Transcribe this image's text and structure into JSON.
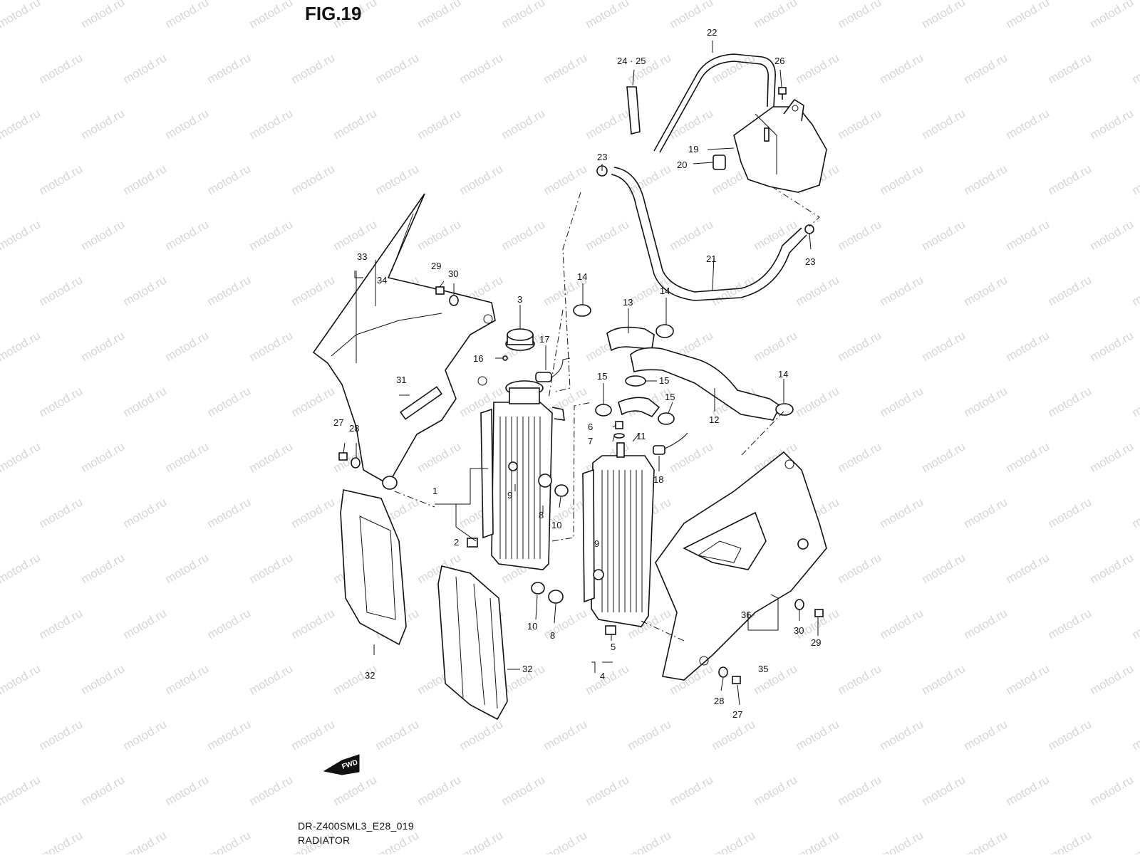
{
  "figure": {
    "title": "FIG.19",
    "model_code": "DR-Z400SML3_E28_019",
    "section_name": "RADIATOR",
    "fwd_label": "FWD"
  },
  "watermark": {
    "text": "motod.ru"
  },
  "callouts": [
    {
      "id": "c1",
      "label": "1"
    },
    {
      "id": "c2",
      "label": "2"
    },
    {
      "id": "c3",
      "label": "3"
    },
    {
      "id": "c4",
      "label": "4"
    },
    {
      "id": "c5",
      "label": "5"
    },
    {
      "id": "c6",
      "label": "6"
    },
    {
      "id": "c7",
      "label": "7"
    },
    {
      "id": "c8a",
      "label": "8"
    },
    {
      "id": "c8b",
      "label": "8"
    },
    {
      "id": "c9a",
      "label": "9"
    },
    {
      "id": "c9b",
      "label": "9"
    },
    {
      "id": "c10a",
      "label": "10"
    },
    {
      "id": "c10b",
      "label": "10"
    },
    {
      "id": "c11",
      "label": "11"
    },
    {
      "id": "c12",
      "label": "12"
    },
    {
      "id": "c13",
      "label": "13"
    },
    {
      "id": "c14a",
      "label": "14"
    },
    {
      "id": "c14b",
      "label": "14"
    },
    {
      "id": "c14c",
      "label": "14"
    },
    {
      "id": "c15a",
      "label": "15"
    },
    {
      "id": "c15b",
      "label": "15"
    },
    {
      "id": "c15c",
      "label": "15"
    },
    {
      "id": "c16",
      "label": "16"
    },
    {
      "id": "c17",
      "label": "17"
    },
    {
      "id": "c18",
      "label": "18"
    },
    {
      "id": "c19",
      "label": "19"
    },
    {
      "id": "c20",
      "label": "20"
    },
    {
      "id": "c21",
      "label": "21"
    },
    {
      "id": "c22",
      "label": "22"
    },
    {
      "id": "c23a",
      "label": "23"
    },
    {
      "id": "c23b",
      "label": "23"
    },
    {
      "id": "c2425",
      "label": "24 · 25"
    },
    {
      "id": "c26",
      "label": "26"
    },
    {
      "id": "c27a",
      "label": "27"
    },
    {
      "id": "c27b",
      "label": "27"
    },
    {
      "id": "c28a",
      "label": "28"
    },
    {
      "id": "c28b",
      "label": "28"
    },
    {
      "id": "c29a",
      "label": "29"
    },
    {
      "id": "c29b",
      "label": "29"
    },
    {
      "id": "c30a",
      "label": "30"
    },
    {
      "id": "c30b",
      "label": "30"
    },
    {
      "id": "c31",
      "label": "31"
    },
    {
      "id": "c32a",
      "label": "32"
    },
    {
      "id": "c32b",
      "label": "32"
    },
    {
      "id": "c33",
      "label": "33"
    },
    {
      "id": "c34",
      "label": "34"
    },
    {
      "id": "c35",
      "label": "35"
    },
    {
      "id": "c36",
      "label": "36"
    }
  ]
}
